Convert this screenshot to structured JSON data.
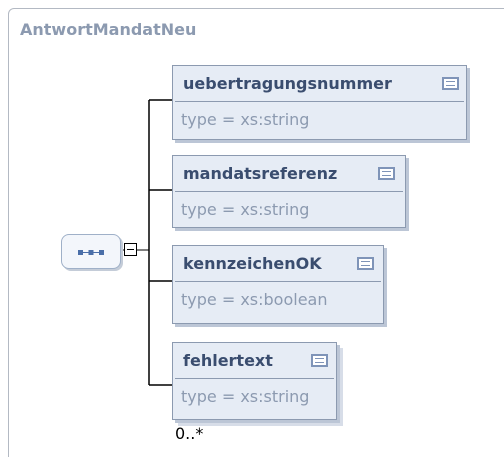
{
  "complex_type": {
    "name": "AntwortMandatNeu"
  },
  "sequence": {
    "compositor_icon": "sequence-icon",
    "collapse_icon": "minus-box-icon"
  },
  "elements": [
    {
      "name": "uebertragungsnummer",
      "type": "type = xs:string",
      "icon": "documentation-icon"
    },
    {
      "name": "mandatsreferenz",
      "type": "type = xs:string",
      "icon": "documentation-icon"
    },
    {
      "name": "kennzeichenOK",
      "type": "type = xs:boolean",
      "icon": "documentation-icon"
    },
    {
      "name": "fehlertext",
      "type": "type = xs:string",
      "icon": "documentation-icon",
      "occurrence": "0..*"
    }
  ],
  "colors": {
    "title": "#8c9ab0",
    "element_name": "#3a4d6f",
    "element_bg": "#e6ecf5",
    "border": "#8c9ab0"
  }
}
